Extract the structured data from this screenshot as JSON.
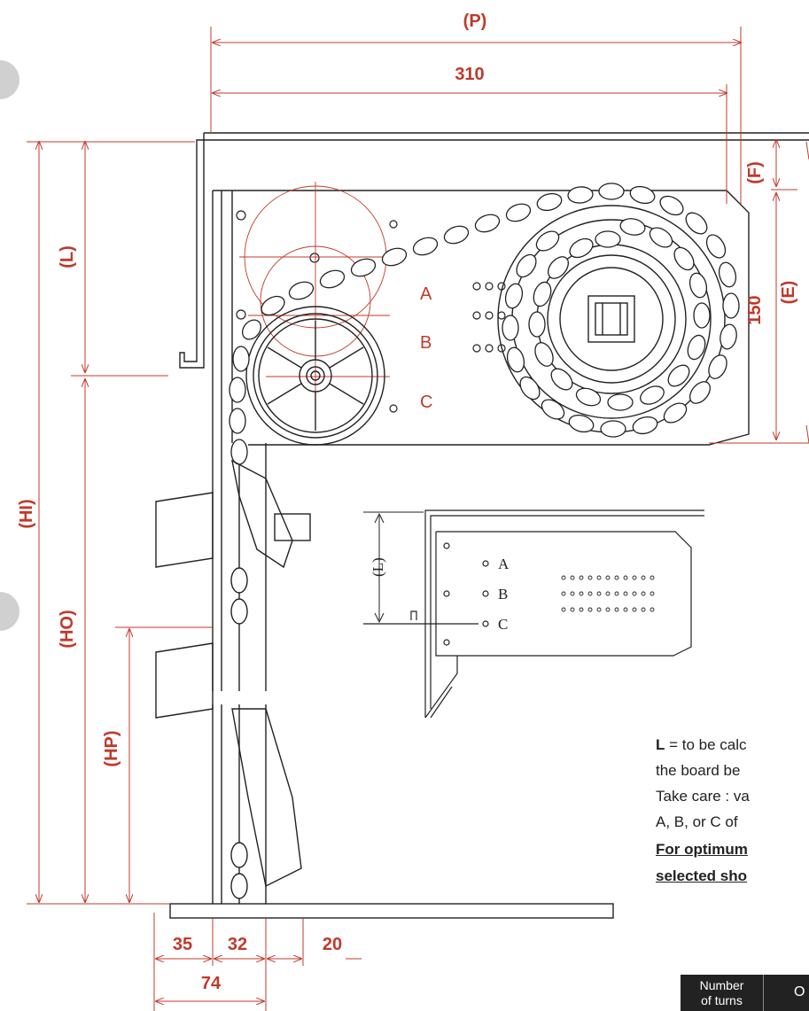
{
  "dimensions": {
    "p": "(P)",
    "w310": "310",
    "f": "(F)",
    "e": "(E)",
    "h150": "150",
    "l": "(L)",
    "hi": "(HI)",
    "ho": "(HO)",
    "hp": "(HP)",
    "d35": "35",
    "d32": "32",
    "d20": "20",
    "d74": "74"
  },
  "positions": {
    "a": "A",
    "b": "B",
    "c": "C"
  },
  "inset": {
    "l": "(L)",
    "a": "A",
    "b": "B",
    "c": "C"
  },
  "notes": {
    "l_bold": "L",
    "l_rest": " = to be calc",
    "line2": "the board be",
    "line3": "Take care : va",
    "line4": "A, B, or C of",
    "emph1": "For optimum",
    "emph2": "selected sho"
  },
  "table": {
    "col1": "Number",
    "col1b": "of turns",
    "col2": "O"
  },
  "colors": {
    "dimension": "#c0392b",
    "line": "#222222"
  }
}
